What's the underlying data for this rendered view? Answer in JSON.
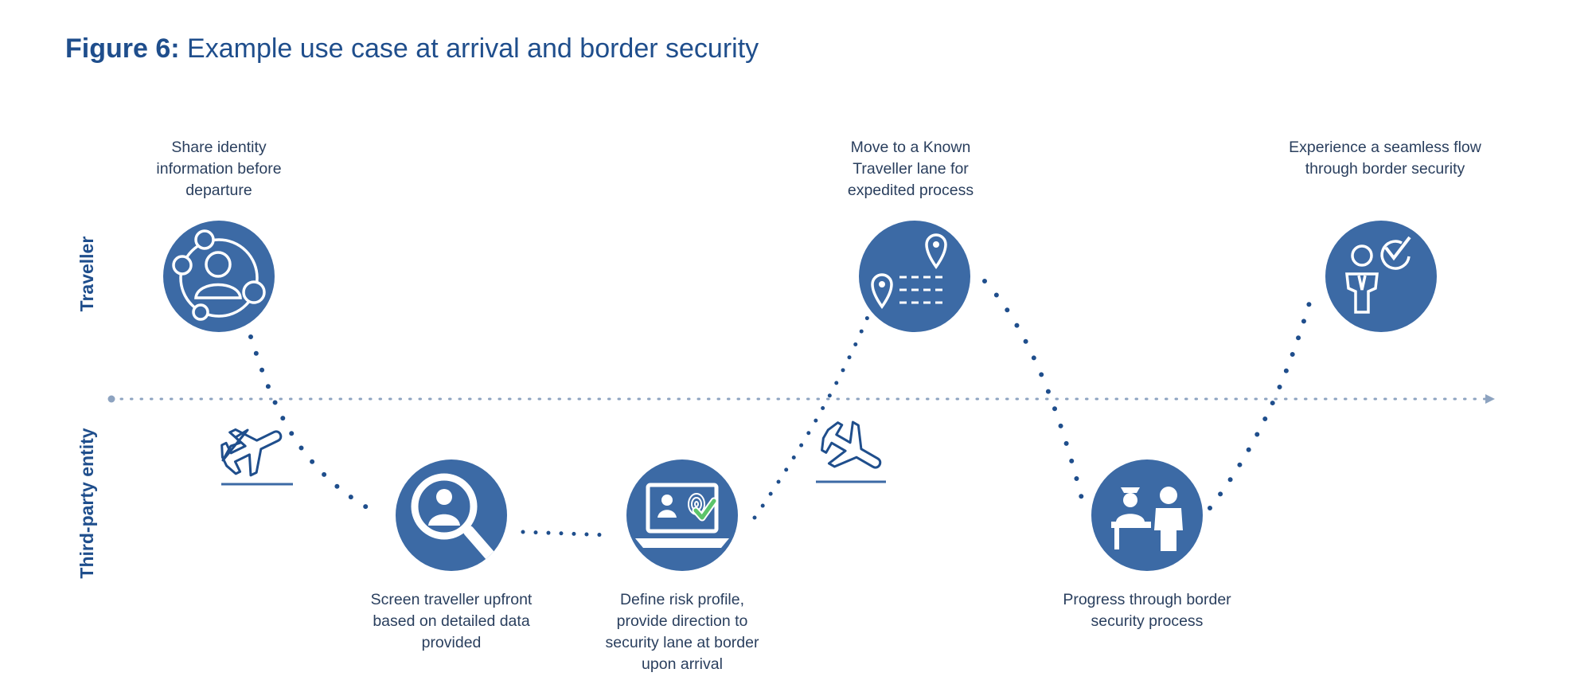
{
  "figure": {
    "label": "Figure 6:",
    "title": "Example use case at arrival and border security"
  },
  "lanes": {
    "traveller": "Traveller",
    "third_party": "Third-party entity"
  },
  "steps": [
    {
      "id": "share-identity",
      "lane": "Traveller",
      "icon": "identity-network-icon",
      "lines": [
        "Share identity",
        "information before",
        "departure"
      ]
    },
    {
      "id": "screen-traveller",
      "lane": "Third-party entity",
      "icon": "magnifier-person-icon",
      "lines": [
        "Screen traveller upfront",
        "based on detailed data",
        "provided"
      ]
    },
    {
      "id": "define-risk",
      "lane": "Third-party entity",
      "icon": "laptop-fingerprint-check-icon",
      "lines": [
        "Define risk profile,",
        "provide direction to",
        "security lane at border",
        "upon arrival"
      ]
    },
    {
      "id": "known-traveller-lane",
      "lane": "Traveller",
      "icon": "route-pins-icon",
      "lines": [
        "Move to a Known",
        "Traveller lane for",
        "expedited process"
      ]
    },
    {
      "id": "border-process",
      "lane": "Third-party entity",
      "icon": "border-officer-desk-icon",
      "lines": [
        "Progress through border",
        "security process"
      ]
    },
    {
      "id": "seamless-flow",
      "lane": "Traveller",
      "icon": "person-check-icon",
      "lines": [
        "Experience a seamless flow",
        "through border security"
      ]
    }
  ],
  "markers": {
    "departure_icon": "plane-takeoff-icon",
    "arrival_icon": "plane-landing-icon"
  },
  "colors": {
    "title": "#1f4e8c",
    "circle": "#3c6aa5",
    "path_dots": "#1f4e8c",
    "divider": "#8da3c0",
    "caption": "#2a3f5e"
  }
}
